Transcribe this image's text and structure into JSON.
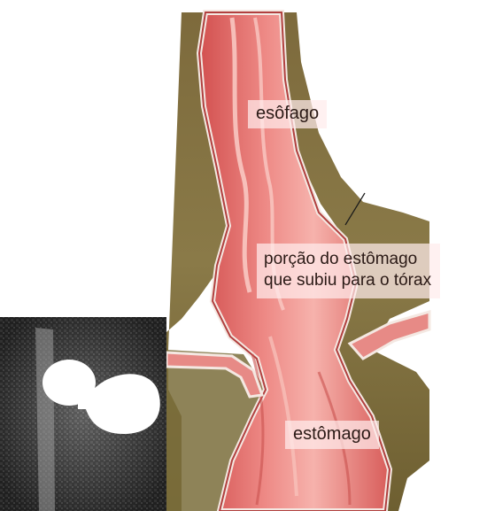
{
  "labels": {
    "esophagus": "esôfago",
    "herniated_stomach_line1": "porção do estômago",
    "herniated_stomach_line2": "que subiu para o tórax",
    "stomach": "estômago"
  }
}
